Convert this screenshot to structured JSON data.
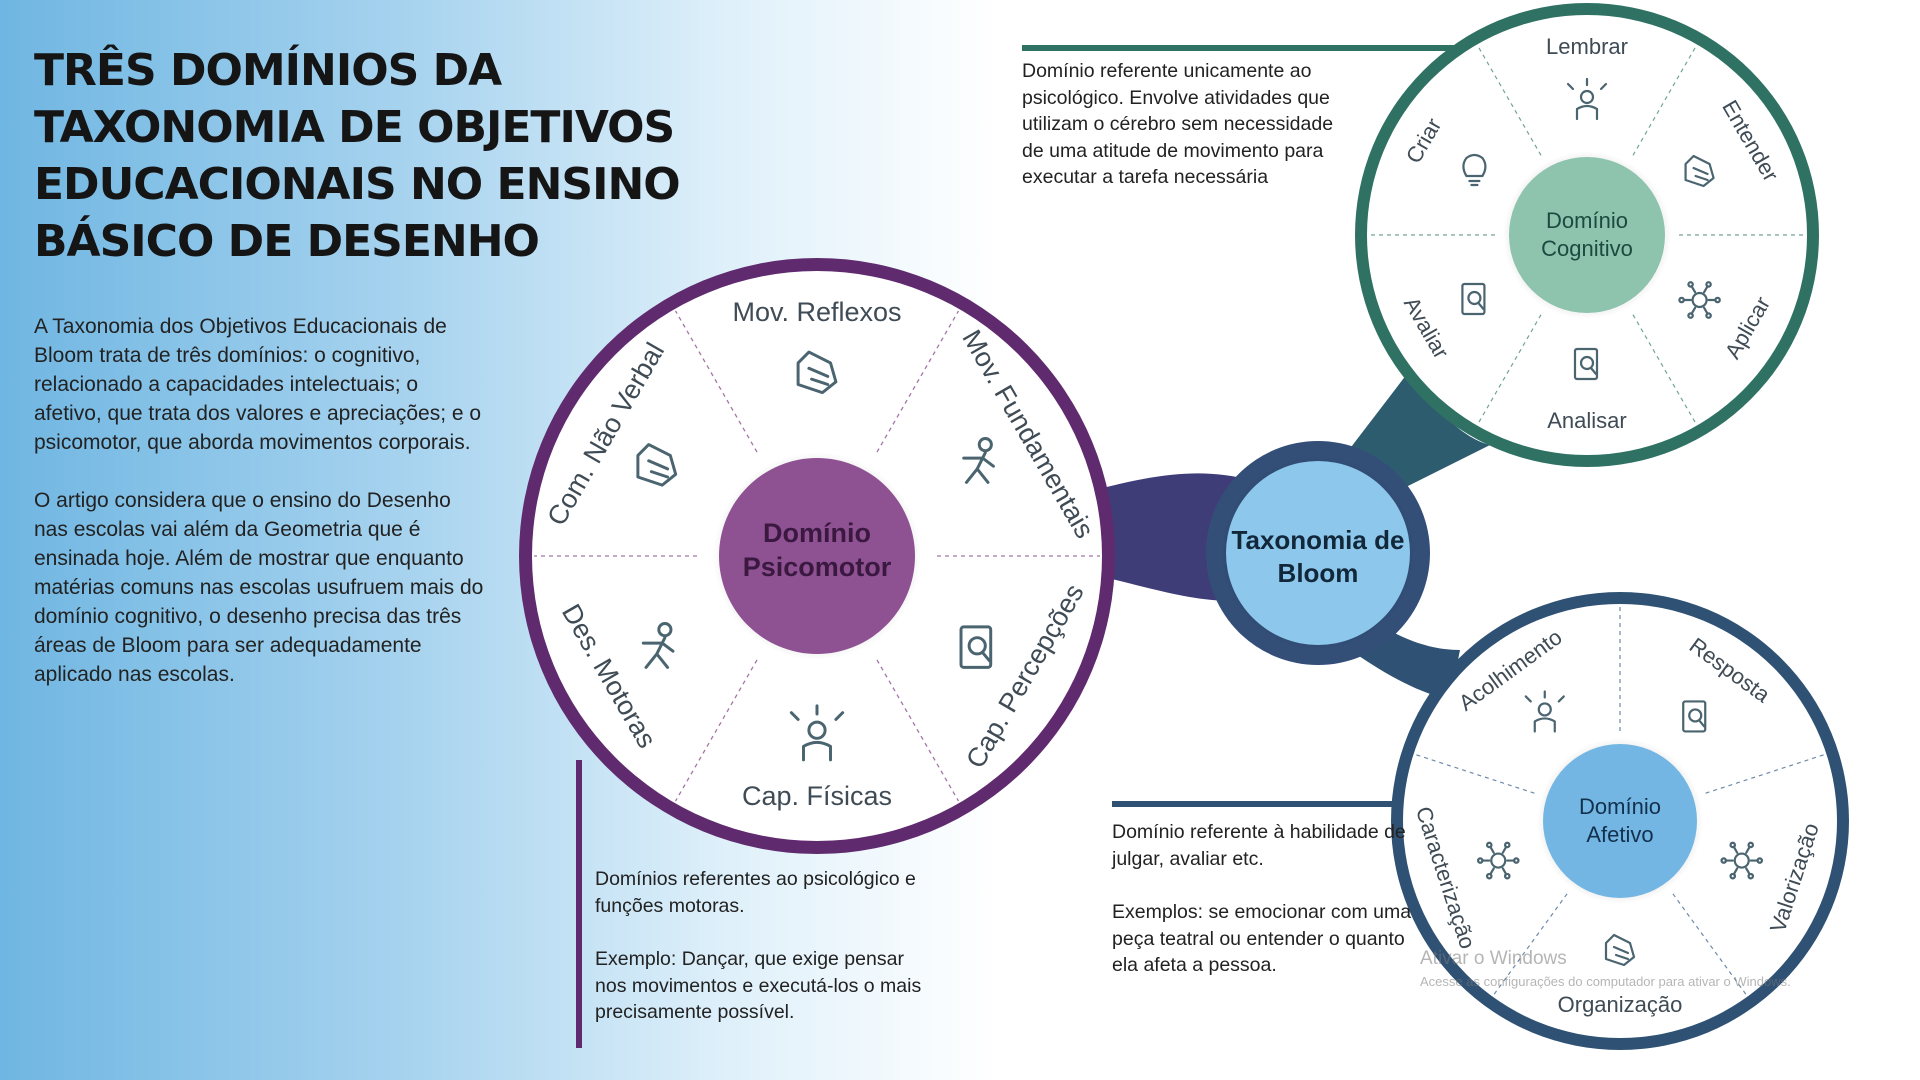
{
  "title": "TRÊS DOMÍNIOS DA\nTAXONOMIA DE OBJETIVOS\nEDUCACIONAIS NO ENSINO\nBÁSICO DE DESENHO",
  "intro": [
    "A Taxonomia dos Objetivos Educacionais de Bloom trata de três domínios: o cognitivo, relacionado a capacidades intelectuais; o afetivo, que trata dos valores e apreciações; e o psicomotor, que aborda movimentos corporais.",
    "O artigo considera que o ensino do Desenho nas escolas vai além da Geometria que é ensinada hoje. Além de mostrar que enquanto matérias comuns nas escolas usufruem mais do domínio cognitivo, o desenho precisa das três áreas de Bloom para ser adequadamente aplicado nas escolas."
  ],
  "center": {
    "line1": "Taxonomia de",
    "line2": "Bloom"
  },
  "psicomotor": {
    "line1": "Domínio",
    "line2": "Psicomotor",
    "items": [
      "Mov. Reflexos",
      "Mov. Fundamentais",
      "Cap. Percepções",
      "Cap. Físicas",
      "Des. Motoras",
      "Com. Não Verbal"
    ],
    "description": [
      "Domínios referentes ao psicológico e funções motoras.",
      "Exemplo: Dançar, que exige pensar nos movimentos e executá-los o mais precisamente possível."
    ]
  },
  "cognitivo": {
    "line1": "Domínio",
    "line2": "Cognitivo",
    "items": [
      "Lembrar",
      "Entender",
      "Aplicar",
      "Analisar",
      "Avaliar",
      "Criar"
    ],
    "description": [
      "Domínio referente unicamente ao psicológico. Envolve atividades que utilizam o cérebro sem necessidade de uma atitude de movimento para executar a tarefa necessária"
    ]
  },
  "afetivo": {
    "line1": "Domínio",
    "line2": "Afetivo",
    "items": [
      "Resposta",
      "Valorização",
      "Organização",
      "Caracterização",
      "Acolhimento"
    ],
    "description": [
      "Domínio referente à habilidade de julgar, avaliar etc.",
      "Exemplos: se emocionar com uma peça teatral ou entender o quanto ela afeta a pessoa."
    ]
  },
  "watermark": {
    "title": "Ativar o Windows",
    "subtitle": "Acesse as configurações do computador para ativar o Windows."
  },
  "colors": {
    "psicomotor_ring": "#5f2a6e",
    "psicomotor_hub": "#8e5292",
    "cognitivo_ring": "#2f7264",
    "cognitivo_hub": "#8ec3ad",
    "afetivo_ring": "#2f5274",
    "afetivo_hub": "#74b6e3",
    "center_hub": "#8dc7ec",
    "icon": "#4a6470"
  }
}
